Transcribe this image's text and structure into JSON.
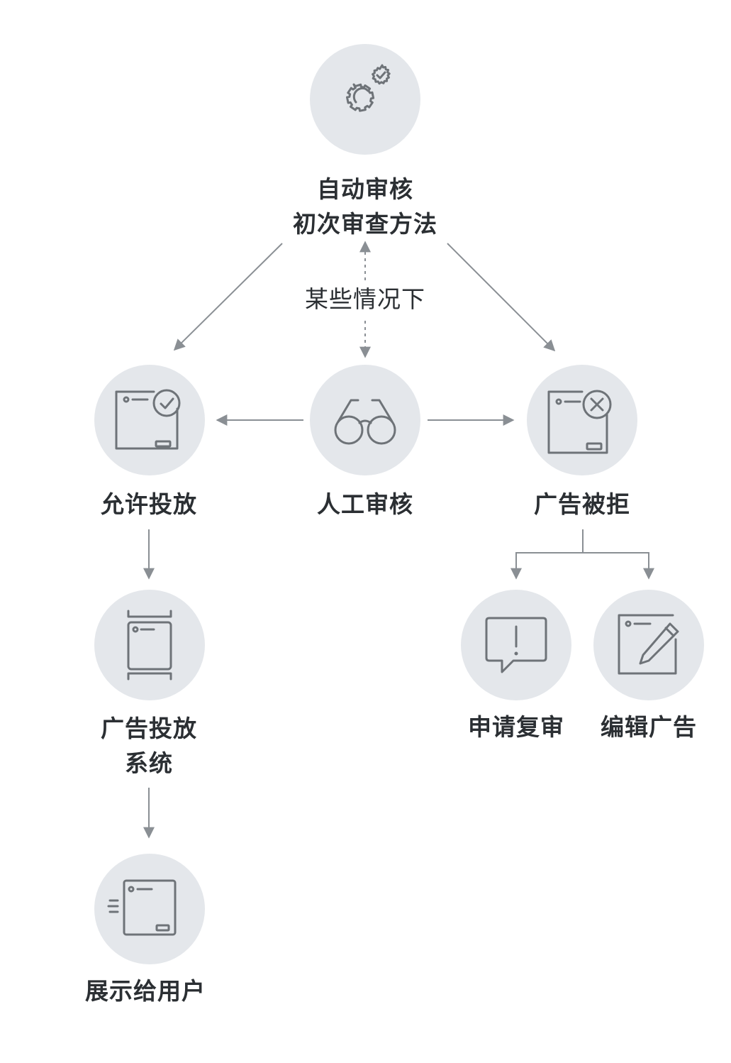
{
  "nodes": {
    "auto_review": {
      "line1": "自动审核",
      "line2": "初次审查方法",
      "icon": "gears-icon"
    },
    "manual_review": {
      "label": "人工审核",
      "icon": "glasses-icon"
    },
    "allowed": {
      "label": "允许投放",
      "icon": "ad-approved-icon"
    },
    "rejected": {
      "label": "广告被拒",
      "icon": "ad-rejected-icon"
    },
    "ad_system": {
      "line1": "广告投放",
      "line2": "系统",
      "icon": "ad-serving-icon"
    },
    "shown": {
      "label": "展示给用户",
      "icon": "ad-display-icon"
    },
    "appeal": {
      "label": "申请复审",
      "icon": "appeal-icon"
    },
    "edit": {
      "label": "编辑广告",
      "icon": "edit-ad-icon"
    }
  },
  "condition_note": "某些情况下",
  "colors": {
    "circle_fill": "#e4e7eb",
    "icon_stroke": "#6e7378",
    "connector": "#8a8f94",
    "text": "#2b2f33"
  }
}
